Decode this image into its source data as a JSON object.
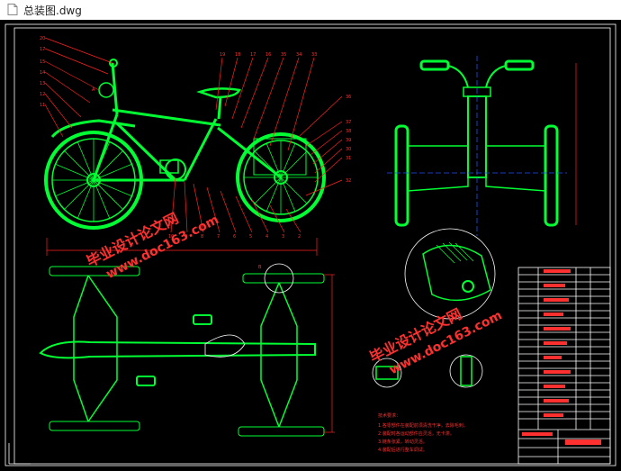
{
  "window": {
    "title": "总装图.dwg",
    "file_icon": "dwg-file-icon"
  },
  "watermarks": {
    "left_line1": "毕业设计论文网",
    "left_line2": "www.doc163.com",
    "right_line1": "毕业设计论文网",
    "right_line2": "www.doc163.com"
  },
  "drawing": {
    "balloons_left": [
      "20",
      "17",
      "15",
      "14",
      "13",
      "12",
      "11"
    ],
    "balloons_top": [
      "19",
      "18",
      "17",
      "16",
      "35",
      "34",
      "33"
    ],
    "balloons_right": [
      "36",
      "37",
      "38",
      "39",
      "30",
      "31",
      "32"
    ],
    "balloons_bottom": [
      "10",
      "9",
      "8",
      "7",
      "6",
      "5",
      "4",
      "3",
      "2"
    ],
    "detail_mark": "A",
    "section_mark": "B",
    "tech_req_title": "技术要求：",
    "tech_req": [
      "1.各零部件在装配前须清洗干净，去除毛刺。",
      "2.装配时各运动部件应灵活，无卡滞。",
      "3.链条张紧，转动灵活。",
      "4.装配后进行整车调试。"
    ]
  },
  "colors": {
    "background": "#000000",
    "geometry": "#00ff33",
    "dimension": "#ff2020",
    "frame": "#ffffff",
    "hidden": "#2050ff"
  }
}
